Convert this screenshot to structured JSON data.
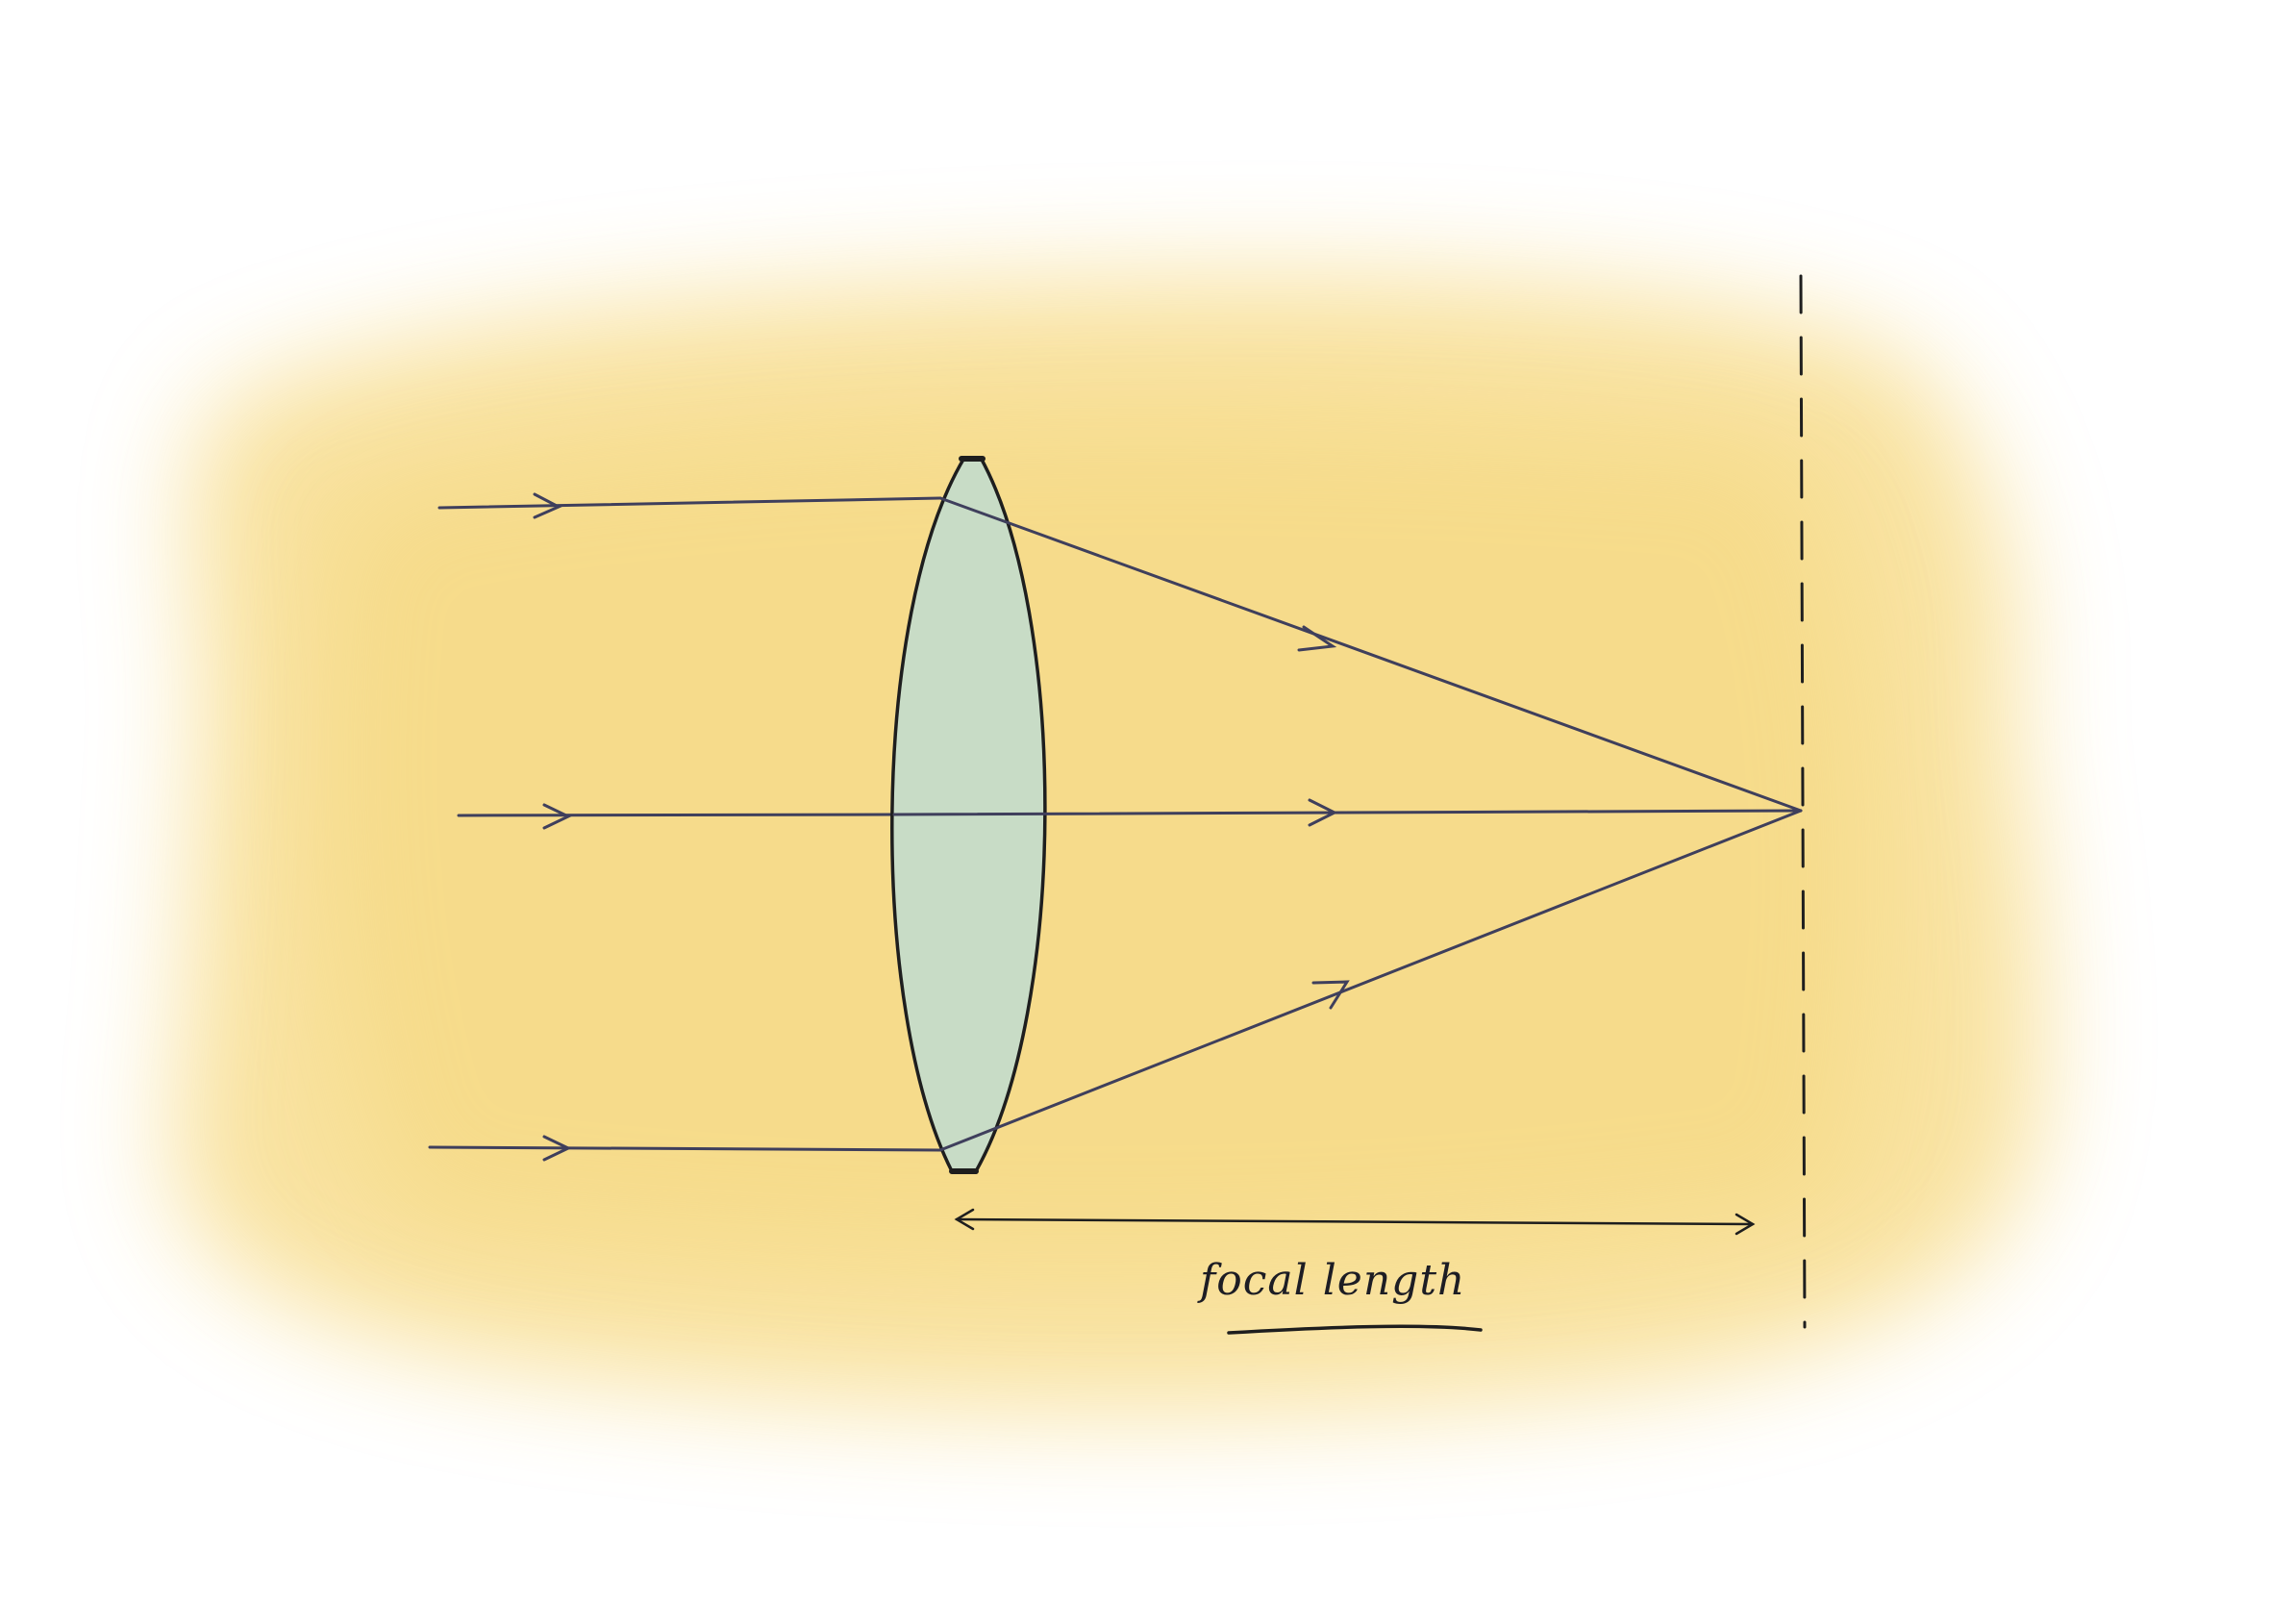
{
  "labels": {
    "focal_length": "focal length"
  },
  "colors": {
    "wash": "#f6d77a",
    "lens_fill": "#c8dcc6",
    "lens_stroke": "#1e1e1e",
    "ray": "#3f3f5c",
    "guide": "#1e1e1e"
  },
  "elements": {
    "rays": [
      "top-ray",
      "middle-ray",
      "bottom-ray"
    ],
    "lens": "converging-lens",
    "focal_plane": "dashed-focal-plane",
    "measurement": "focal-length-arrow"
  }
}
